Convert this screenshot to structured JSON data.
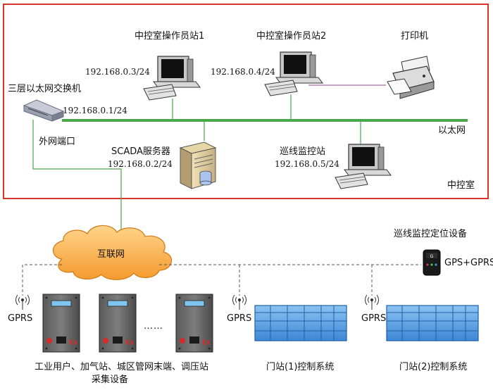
{
  "control_room": {
    "label": "中控室",
    "network_label": "以太网",
    "switch": {
      "name": "三层以太网交换机",
      "ip": "192.168.0.1/24",
      "wan_port": "外网端口"
    },
    "workstation1": {
      "name": "中控室操作员站1",
      "ip": "192.168.0.3/24"
    },
    "workstation2": {
      "name": "中控室操作员站2",
      "ip": "192.168.0.4/24"
    },
    "printer": {
      "name": "打印机"
    },
    "server": {
      "name": "SCADA服务器",
      "ip": "192.168.0.2/24"
    },
    "patrol_station": {
      "name": "巡线监控站",
      "ip": "192.168.0.5/24"
    }
  },
  "internet": {
    "label": "互联网"
  },
  "patrol_device": {
    "title": "巡线监控定位设备",
    "label": "GPS+GPRS"
  },
  "field": {
    "gprs_label": "GPRS",
    "ellipsis": "……",
    "rtu_group_label_line1": "工业用户、加气站、城区管网末端、调压站",
    "rtu_group_label_line2": "采集设备",
    "gate_station1": "门站(1)控制系统",
    "gate_station2": "门站(2)控制系统",
    "ex_mark": "Ex"
  },
  "colors": {
    "frame": "#d9342b",
    "ethernet": "#4aa84a",
    "internet_cloud": "#f4a23a",
    "plc_blue": "#4d9be0"
  }
}
